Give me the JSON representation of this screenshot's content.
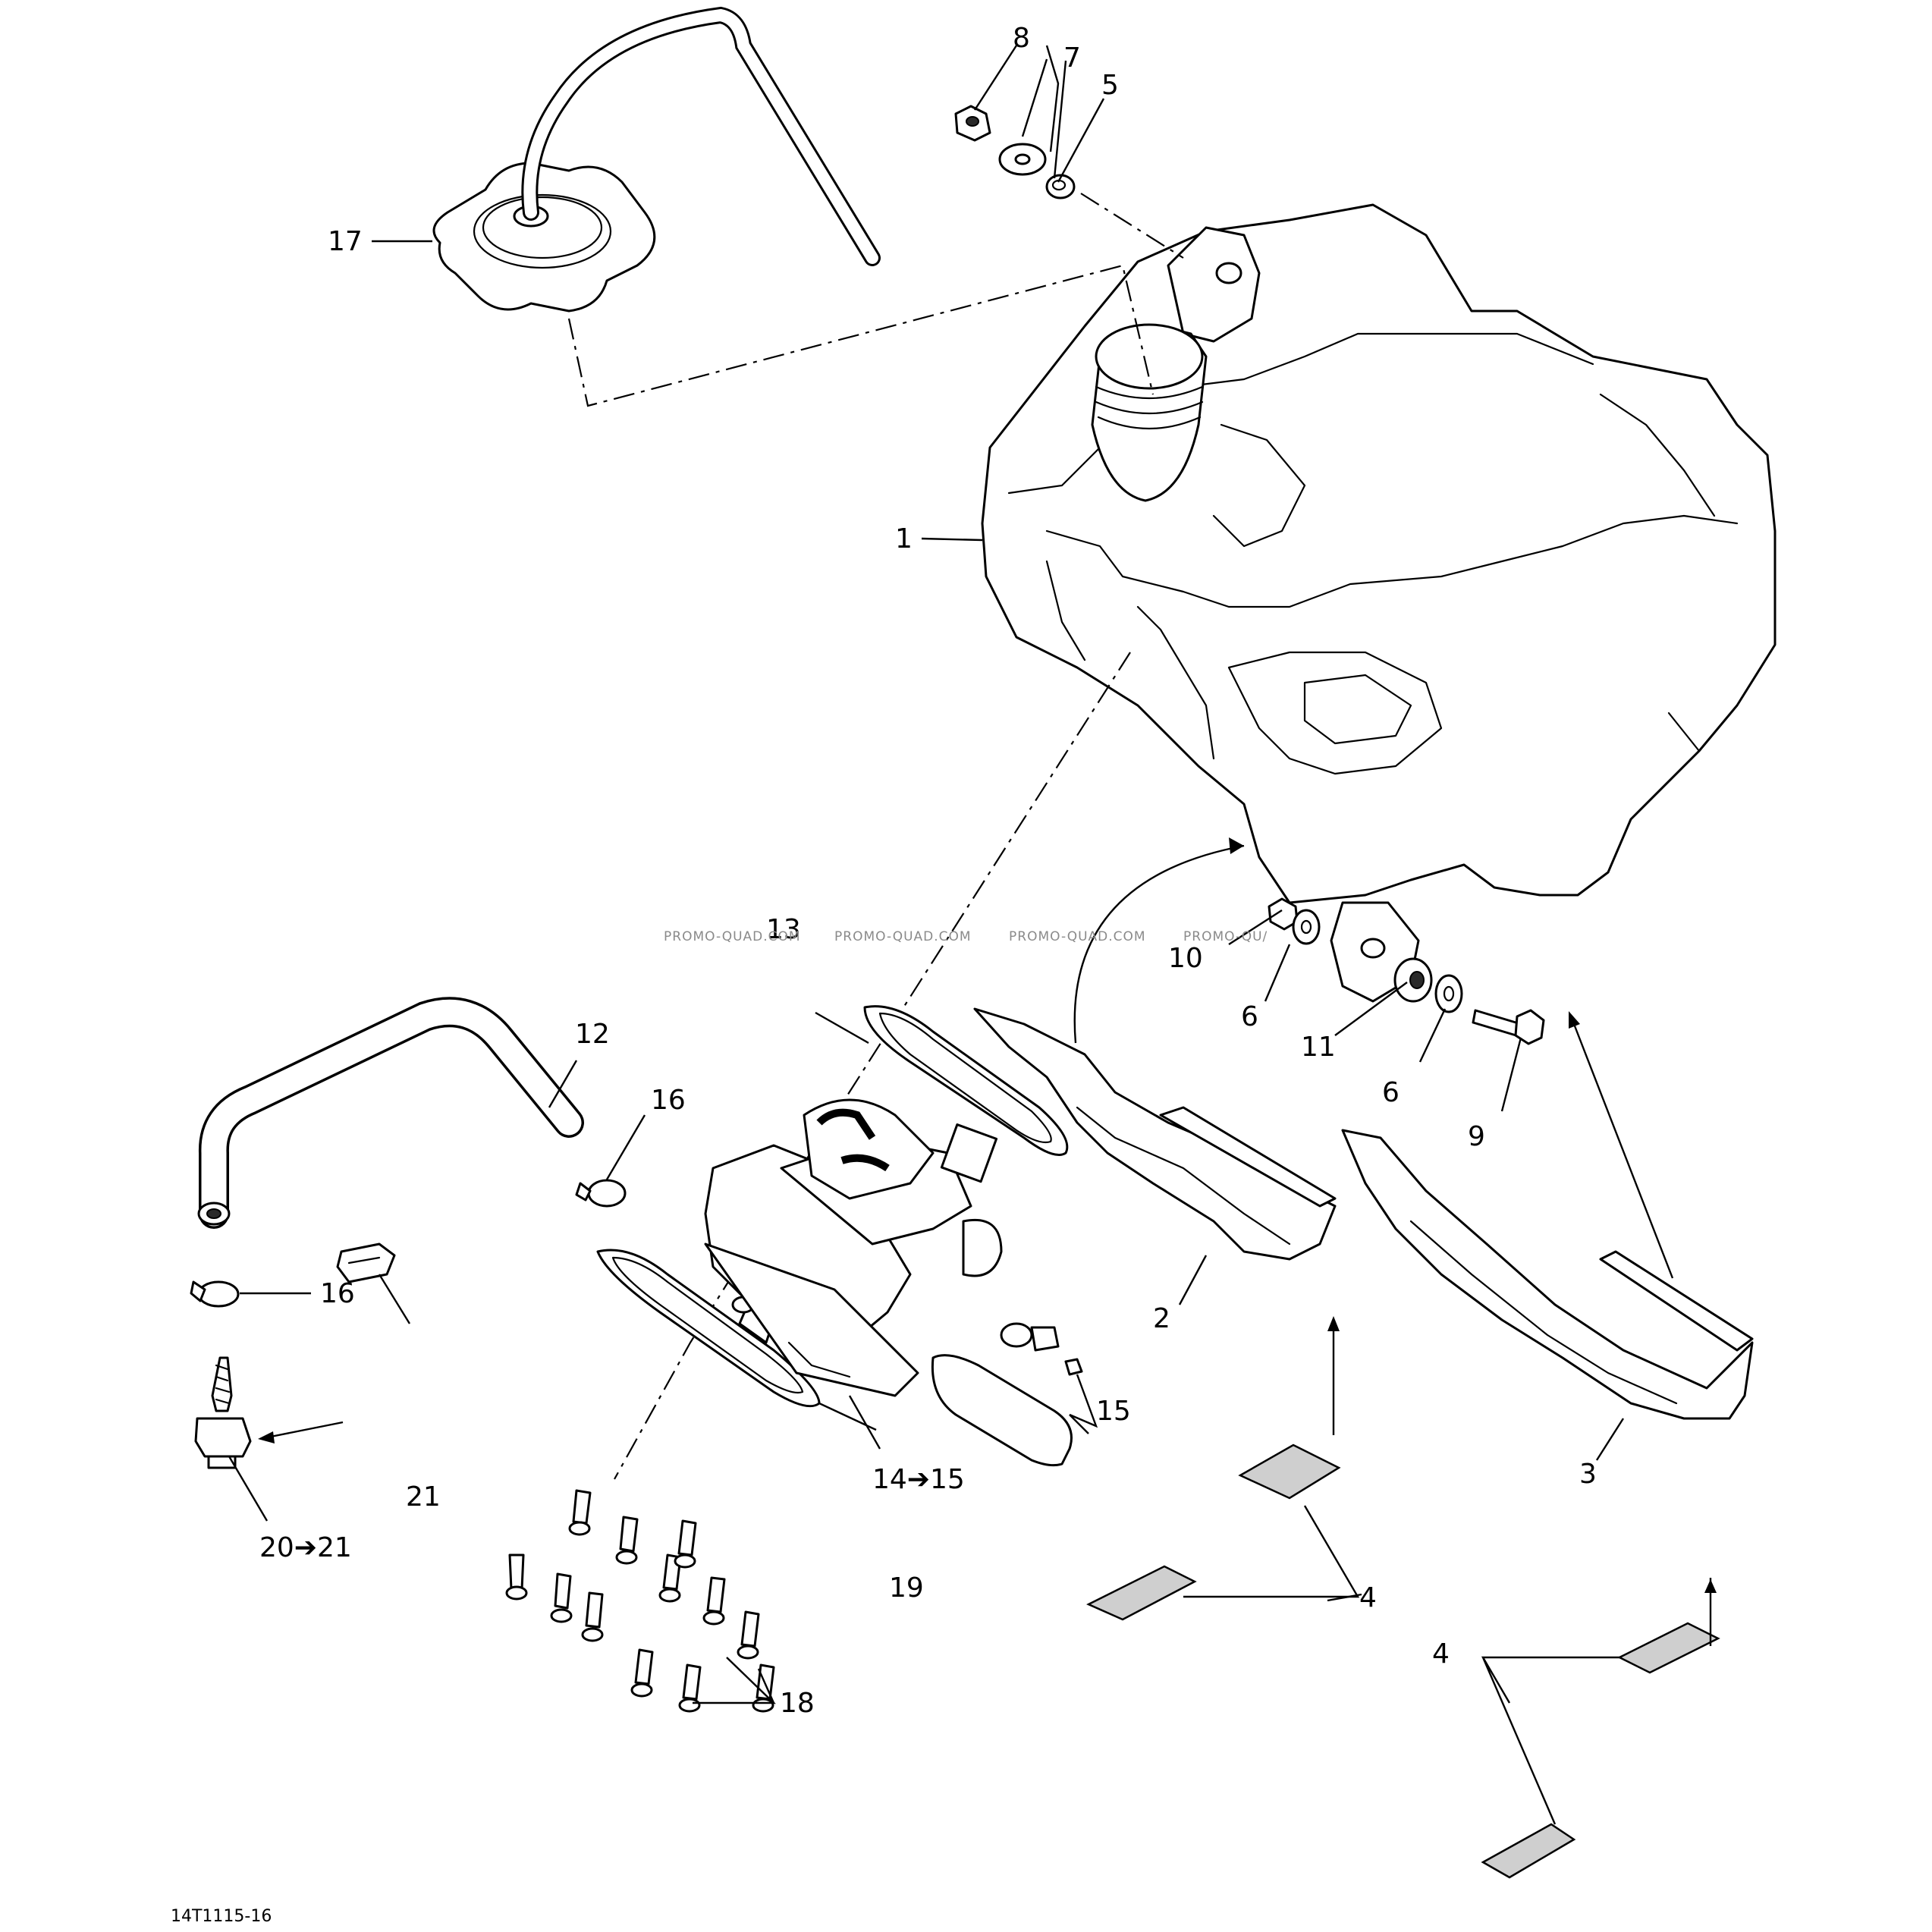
{
  "callouts": {
    "c1": "1",
    "c2": "2",
    "c3": "3",
    "c4a": "4",
    "c4b": "4",
    "c5": "5",
    "c6a": "6",
    "c6b": "6",
    "c7": "7",
    "c8": "8",
    "c9": "9",
    "c10": "10",
    "c11": "11",
    "c12": "12",
    "c13": "13",
    "c14": "14➔15",
    "c15": "15",
    "c16a": "16",
    "c16b": "16",
    "c17": "17",
    "c18": "18",
    "c19": "19",
    "c20": "20➔21",
    "c21": "21"
  },
  "watermarks": {
    "w1": "PROMO-QUAD.COM",
    "w2": "PROMO-QUAD.COM",
    "w3": "PROMO-QUAD.COM",
    "w4": "PROMO-QU/"
  },
  "drawing_ref": "14T1115-16"
}
